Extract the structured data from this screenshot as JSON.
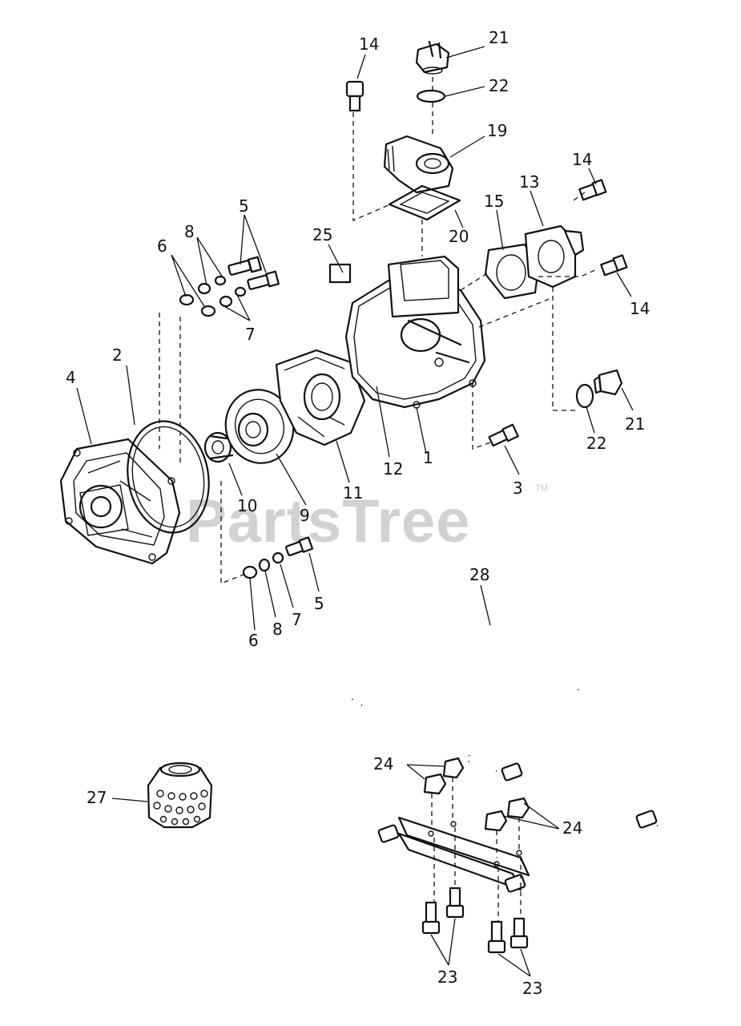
{
  "watermark": {
    "text": "PartsTree",
    "trademark": "TM"
  },
  "callouts": [
    "14",
    "21",
    "22",
    "19",
    "14",
    "13",
    "20",
    "15",
    "25",
    "5",
    "8",
    "6",
    "7",
    "14",
    "2",
    "4",
    "21",
    "22",
    "12",
    "1",
    "3",
    "11",
    "10",
    "9",
    "5",
    "7",
    "8",
    "6",
    "28",
    "24",
    "24",
    "27",
    "23",
    "23"
  ]
}
